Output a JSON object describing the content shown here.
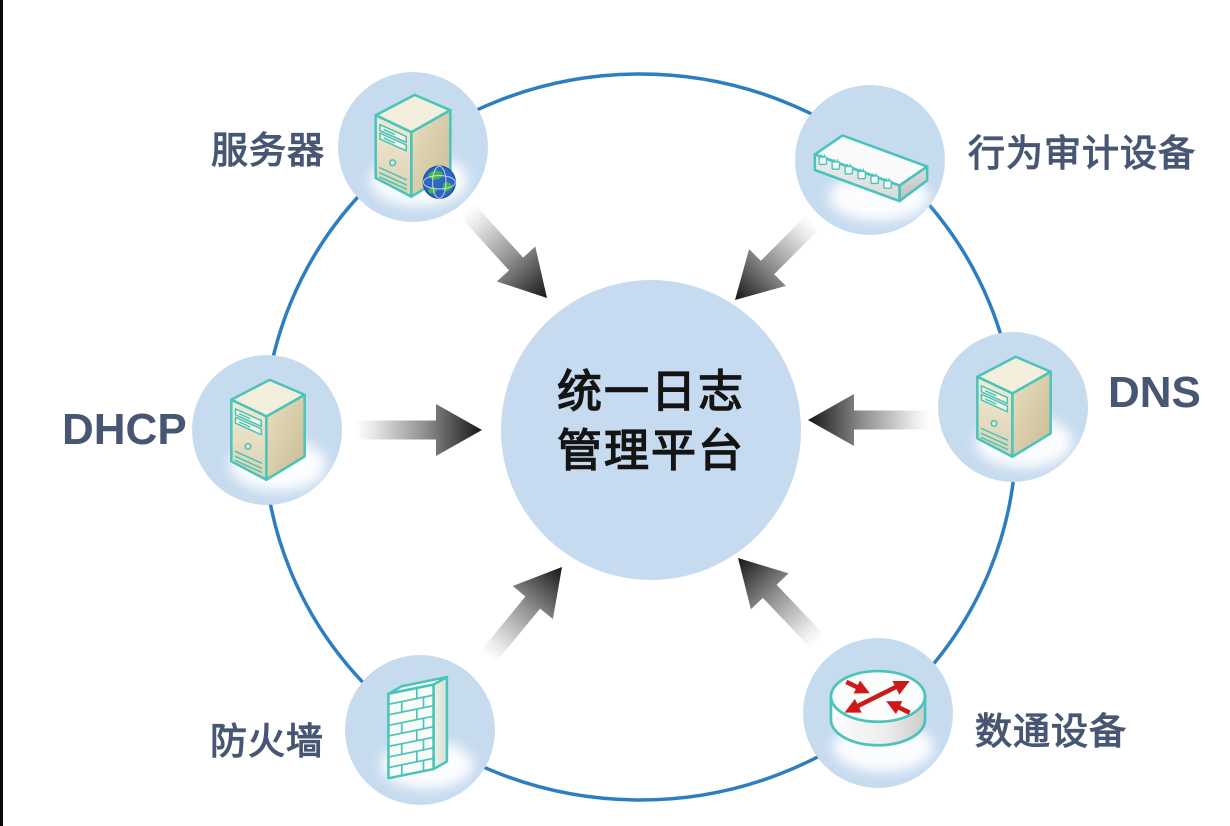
{
  "diagram": {
    "center": {
      "label": "统一日志管理平台",
      "line1": "统一日志",
      "line2": "管理平台"
    },
    "nodes": [
      {
        "id": "server",
        "label": "服务器",
        "icon": "server-tower-globe-icon",
        "label_side": "left"
      },
      {
        "id": "audit",
        "label": "行为审计设备",
        "icon": "network-switch-icon",
        "label_side": "right"
      },
      {
        "id": "dhcp",
        "label": "DHCP",
        "icon": "server-tower-icon",
        "label_side": "left"
      },
      {
        "id": "dns",
        "label": "DNS",
        "icon": "server-tower-icon",
        "label_side": "right"
      },
      {
        "id": "firewall",
        "label": "防火墙",
        "icon": "firewall-brick-wall-icon",
        "label_side": "left"
      },
      {
        "id": "router",
        "label": "数通设备",
        "icon": "router-icon",
        "label_side": "right"
      }
    ],
    "connections": [
      {
        "from": "server",
        "to": "center"
      },
      {
        "from": "audit",
        "to": "center"
      },
      {
        "from": "dhcp",
        "to": "center"
      },
      {
        "from": "dns",
        "to": "center"
      },
      {
        "from": "firewall",
        "to": "center"
      },
      {
        "from": "router",
        "to": "center"
      }
    ],
    "colors": {
      "background": "#ffffff",
      "node_fill": "#c7dbef",
      "ring_stroke": "#2c7ec2",
      "label_text": "#475672",
      "center_text": "#141414",
      "icon_outline": "#49c4ba",
      "arrow_dark": "#161616",
      "router_arrow_red": "#d01818"
    }
  }
}
